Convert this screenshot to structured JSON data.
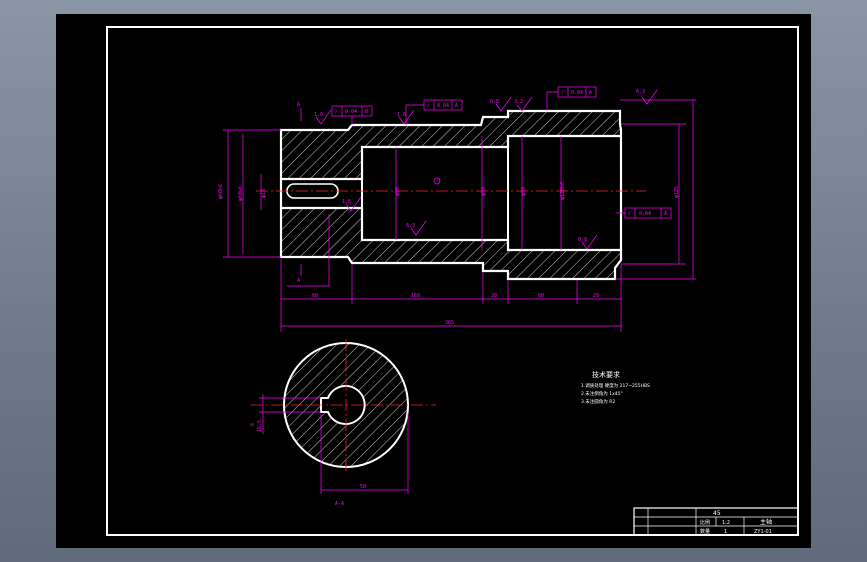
{
  "drawing": {
    "section_label_top": "A",
    "section_label_bottom": "A",
    "section_view_label": "A-A",
    "gdt": [
      {
        "symbol": "/",
        "value": "0.04",
        "datum": "B"
      },
      {
        "symbol": "/",
        "value": "0.04",
        "datum": "A"
      },
      {
        "symbol": "/",
        "value": "0.04",
        "datum": "A"
      },
      {
        "symbol": "/",
        "value": "0.04",
        "datum": "A"
      }
    ],
    "roughness": [
      "1.6",
      "1.6",
      "0.8",
      "3.2",
      "1.6",
      "6.3",
      "6.3",
      "0.8"
    ],
    "diameters": [
      "φ60k6",
      "φ60k6",
      "φ18",
      "φ90",
      "φ90",
      "φ90",
      "φ120k6",
      "φ125"
    ],
    "lengths": [
      "60",
      "169",
      "20",
      "80",
      "29"
    ],
    "overall_length": "365",
    "section_dims": {
      "keyway_depth": "6",
      "keyway_width": "16.5",
      "width": "50"
    },
    "tech_requirements": {
      "title": "技术要求",
      "lines": [
        "1.调质处理 硬度为 217~255HBS",
        "2.未注倒角为 1x45°",
        "3.未注圆角为 R2"
      ]
    },
    "title_block": {
      "material": "45",
      "scale": "1:2",
      "name": "主轴",
      "sheet_count": "1",
      "drawing_no": "ZY1-01",
      "labels": [
        "比例",
        "数量"
      ]
    }
  }
}
